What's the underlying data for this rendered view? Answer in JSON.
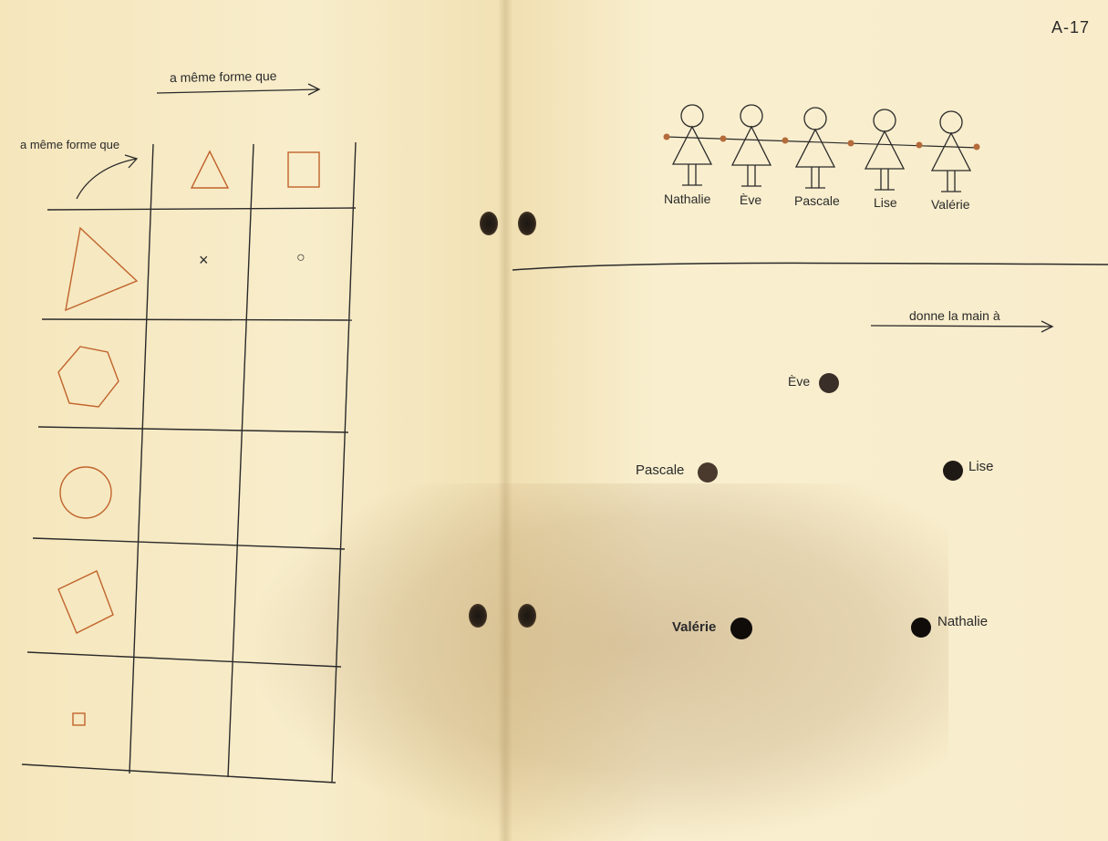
{
  "page_number": "A-17",
  "left_page": {
    "top_relation_label": "a même forme que",
    "side_relation_label": "a même forme que",
    "table": {
      "column_headers": [
        "triangle-shape",
        "square-shape"
      ],
      "row_headers": [
        "triangle-shape",
        "hexagon-shape",
        "circle-shape",
        "square-shape",
        "small-square-shape"
      ],
      "first_row_marks": [
        "×",
        "○"
      ]
    }
  },
  "right_page": {
    "chain_figures": [
      "Nathalie",
      "Ève",
      "Pascale",
      "Lise",
      "Valérie"
    ],
    "relation_label": "donne la main à",
    "dots": {
      "eve": "Ève",
      "pascale": "Pascale",
      "lise": "Lise",
      "valerie": "Valérie",
      "nathalie": "Nathalie"
    }
  },
  "colors": {
    "paper": "#f7ebc8",
    "ink": "#2b2a2a",
    "shape_orange": "#c0642c",
    "chain_dot_orange": "#b46a3a"
  }
}
